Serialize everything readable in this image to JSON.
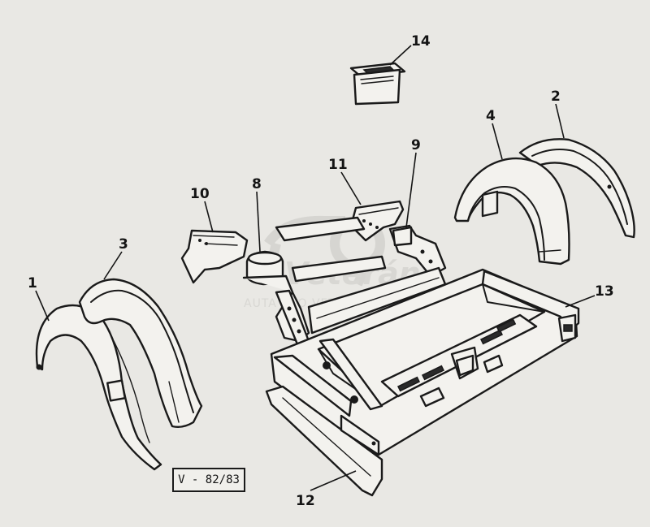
{
  "callouts": [
    {
      "id": "1",
      "label": "1"
    },
    {
      "id": "2",
      "label": "2"
    },
    {
      "id": "3",
      "label": "3"
    },
    {
      "id": "4",
      "label": "4"
    },
    {
      "id": "8",
      "label": "8"
    },
    {
      "id": "9",
      "label": "9"
    },
    {
      "id": "10",
      "label": "10"
    },
    {
      "id": "11",
      "label": "11"
    },
    {
      "id": "12",
      "label": "12"
    },
    {
      "id": "13",
      "label": "13"
    },
    {
      "id": "14",
      "label": "14"
    }
  ],
  "reference": "V - 82/83",
  "watermark": {
    "logo_text": "Veterán",
    "tagline": "AUTA PRO VETERÁNY"
  },
  "colors": {
    "background": "#e9e8e4",
    "ink": "#1a1a1a",
    "watermark": "#d8d7d3"
  }
}
